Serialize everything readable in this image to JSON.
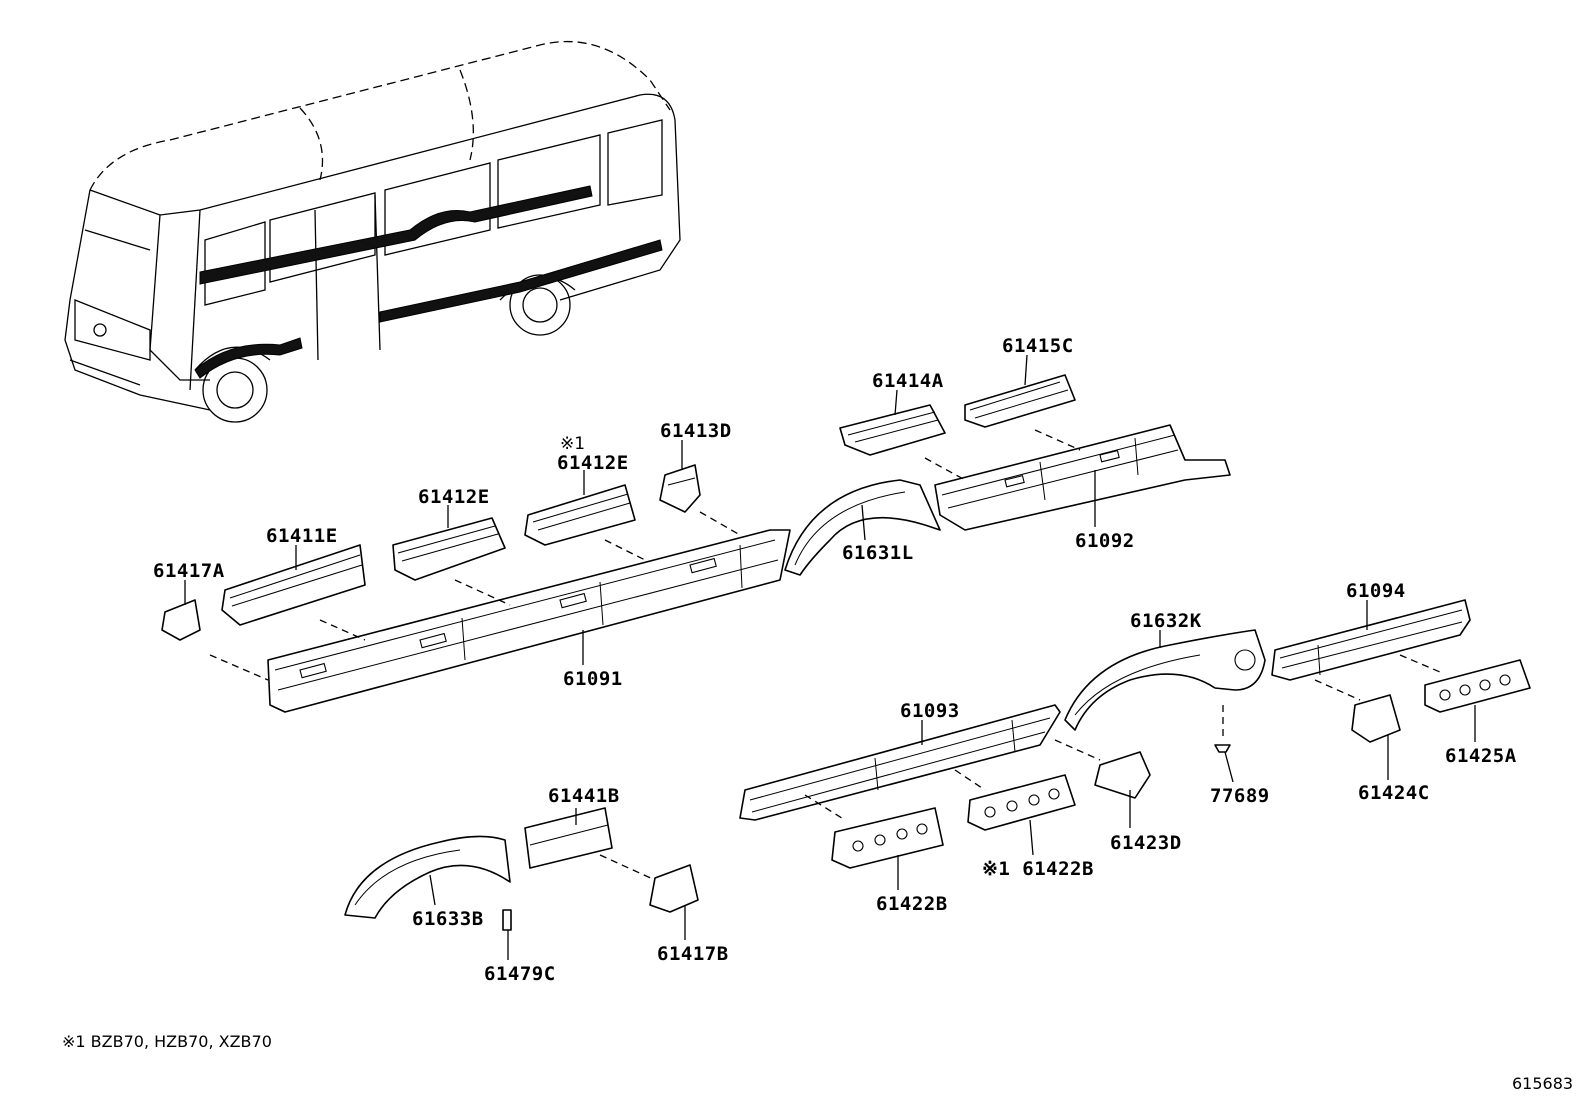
{
  "labels": {
    "p61415C": "61415C",
    "p61414A": "61414A",
    "p61413D": "61413D",
    "note_mark_1": "※1",
    "p61412E_a": "61412E",
    "p61412E_b": "61412E",
    "p61411E": "61411E",
    "p61417A": "61417A",
    "p61631L": "61631L",
    "p61092": "61092",
    "p61091": "61091",
    "p61094": "61094",
    "p61632K": "61632K",
    "p61093": "61093",
    "p61441B": "61441B",
    "p61425A": "61425A",
    "p61424C": "61424C",
    "p77689": "77689",
    "p61423D": "61423D",
    "p61422B_a": "※1 61422B",
    "p61422B_b": "61422B",
    "p61633B": "61633B",
    "p61417B": "61417B",
    "p61479C": "61479C"
  },
  "footnote": "※1 BZB70, HZB70, XZB70",
  "diagram_id": "615683"
}
